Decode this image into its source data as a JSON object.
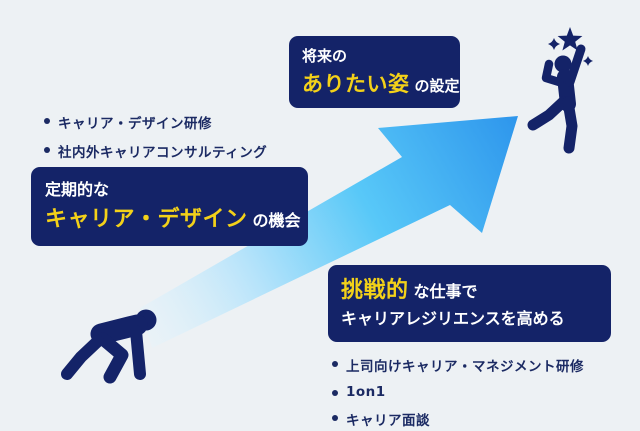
{
  "diagram_title": "career-growth-diagram",
  "colors": {
    "navy": "#142368",
    "yellow": "#f3d119",
    "background": "#edf1f4",
    "bullet_text": "#1b2a63",
    "arrow_tail": "#e6f4fc",
    "arrow_mid": "#58c8f8",
    "arrow_head": "#2e96ec",
    "white": "#ffffff"
  },
  "boxes": {
    "future_goal": {
      "line1": "将来の",
      "highlight": "ありたい姿",
      "suffix": "の設定"
    },
    "career_design": {
      "line1": "定期的な",
      "highlight": "キャリア・デザイン",
      "suffix": "の機会"
    },
    "challenge": {
      "highlight": "挑戦的",
      "suffix": "な仕事で",
      "line2": "キャリアレジリエンスを高める"
    }
  },
  "bullets": {
    "career_design_support": [
      "キャリア・デザイン研修",
      "社内外キャリアコンサルティング"
    ],
    "challenge_support": [
      "上司向けキャリア・マネジメント研修",
      "1on1",
      "キャリア面談"
    ]
  },
  "icons": {
    "arrow": "growth-arrow",
    "crouching_person": "crouching-runner-icon",
    "jumping_person": "jumping-person-icon",
    "star": "star-icon",
    "sparkle": "sparkle-icon",
    "bullet": "bullet-dot-icon"
  }
}
